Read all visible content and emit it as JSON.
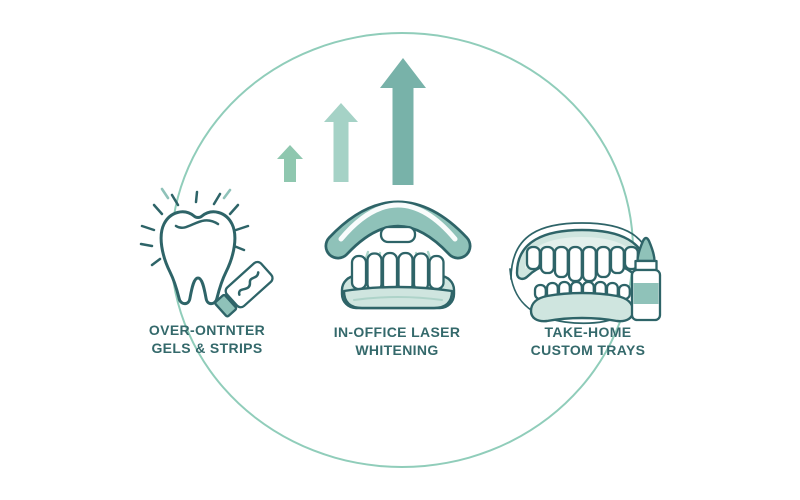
{
  "diagram": {
    "type": "teeth-whitening-options-infographic",
    "background_shape": "large-thin-circle-outline",
    "growth_arrows": {
      "description": "three upward arrows increasing in size left to right",
      "count": 3,
      "direction": "up"
    }
  },
  "colors": {
    "ink": "#2e6468",
    "text": "#34696b",
    "circle": "#7cc4ae",
    "teal": "#8fc2b9",
    "gum": "#cfe5df",
    "gum-light": "#e3f0ec",
    "ray": "#a9d5c9",
    "bg": "#ffffff",
    "arrow_small": "#8fc7af",
    "arrow_medium": "#a5d2c6",
    "arrow_large": "#78b2a9"
  },
  "items": [
    {
      "id": "otc",
      "icon": "tooth-sparkle-and-gel-tube-icon",
      "label_line1": "OVER-ONTNTER",
      "label_line2": "GELS & STRIPS"
    },
    {
      "id": "in-office",
      "icon": "laser-arch-over-teeth-icon",
      "label_line1": "IN-OFFICE LASER",
      "label_line2": "WHITENING"
    },
    {
      "id": "take-home",
      "icon": "dentures-and-gel-bottle-icon",
      "label_line1": "TAKE-HOME",
      "label_line2": "CUSTOM TRAYS"
    }
  ]
}
